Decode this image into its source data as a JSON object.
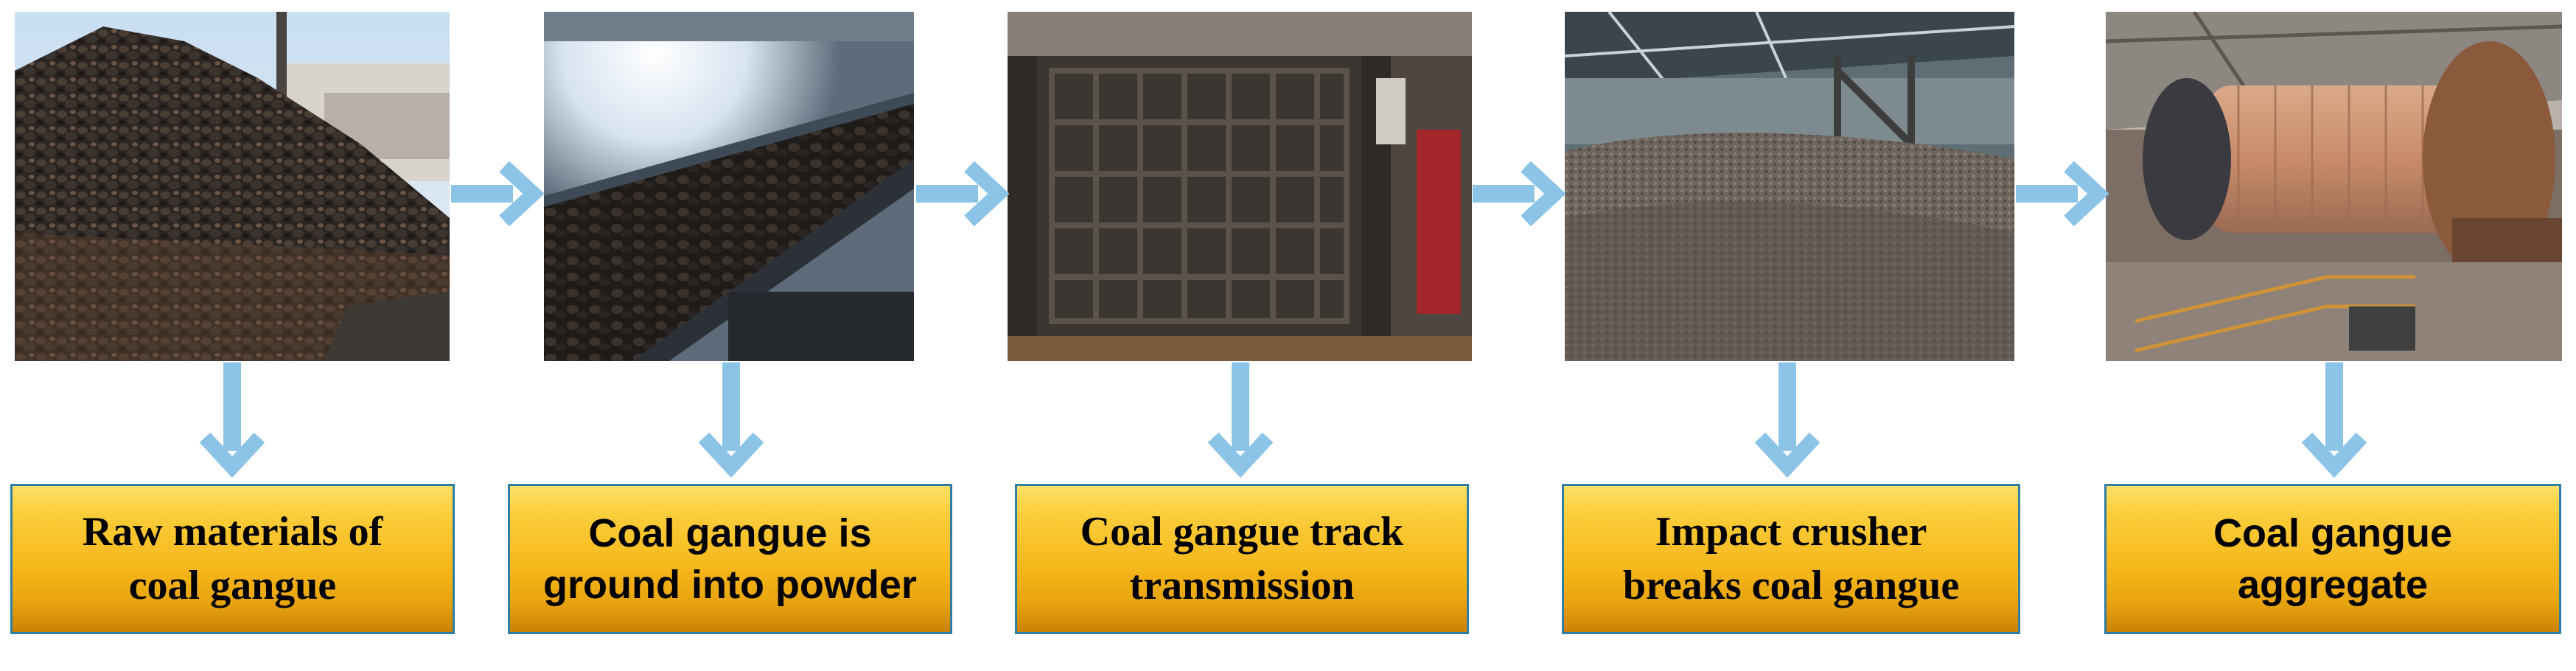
{
  "colors": {
    "arrow": "#8cc4e8",
    "box_border": "#2f7ea3",
    "box_fill_top": "#fde066",
    "box_fill_bottom": "#c98208"
  },
  "photos": [
    {
      "subject": "coal gangue pile outdoors"
    },
    {
      "subject": "conveyor belt carrying coal gangue"
    },
    {
      "subject": "impact crusher grid"
    },
    {
      "subject": "crushed coal gangue in factory hall"
    },
    {
      "subject": "ball mill in workshop"
    }
  ],
  "steps": [
    {
      "line1": "Raw materials of",
      "line2": "coal gangue"
    },
    {
      "line1": "Coal gangue is",
      "line2": "ground into powder"
    },
    {
      "line1": "Coal gangue track",
      "line2": "transmission"
    },
    {
      "line1": "Impact crusher",
      "line2": "breaks coal gangue"
    },
    {
      "line1": "Coal gangue",
      "line2": "aggregate"
    }
  ]
}
